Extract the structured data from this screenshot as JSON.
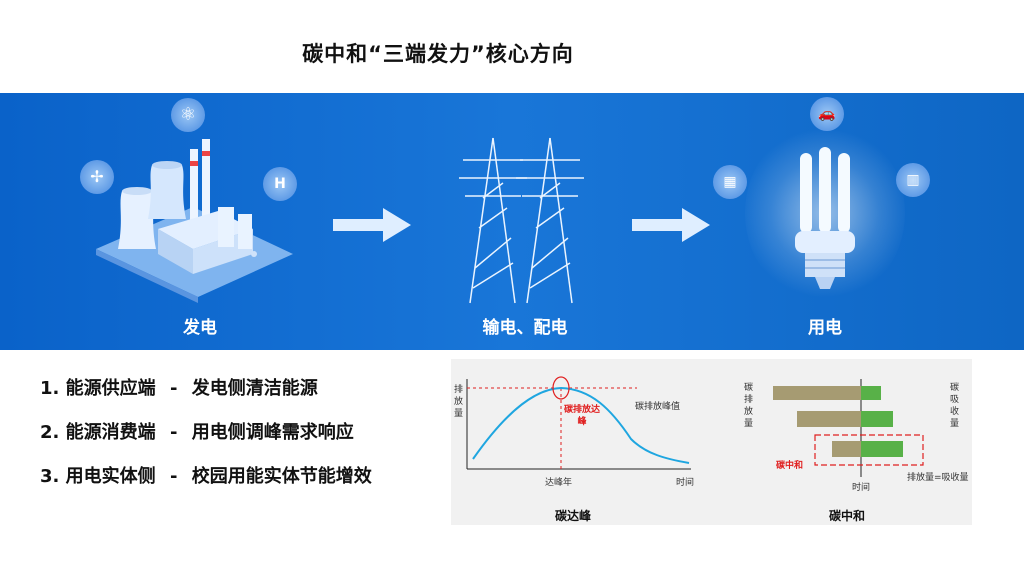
{
  "title": "碳中和“三端发力”核心方向",
  "stages": {
    "generation": "发电",
    "transmission": "输电、配电",
    "consumption": "用电"
  },
  "points": [
    {
      "num": "1.",
      "name": "能源供应端",
      "sep": "-",
      "desc": "发电侧清洁能源"
    },
    {
      "num": "2.",
      "name": "能源消费端",
      "sep": "-",
      "desc": "用电侧调峰需求响应"
    },
    {
      "num": "3.",
      "name": "用电实体侧",
      "sep": "-",
      "desc": "校园用能实体节能增效"
    }
  ],
  "peak_chart": {
    "caption": "碳达峰",
    "ylabel": "排放量",
    "xlabel": "时间",
    "x_tick": "达峰年",
    "peak_value_label": "碳排放峰值",
    "peak_marker_label": "碳排放达峰",
    "line_color": "#1fa6e0",
    "accent_color": "#e02020"
  },
  "neutral_chart": {
    "caption": "碳中和",
    "left_label": "碳排放量",
    "right_label": "碳吸收量",
    "xlabel": "时间",
    "highlight_label": "碳中和",
    "equation": "排放量=吸收量",
    "emission_color": "#a69b72",
    "absorption_color": "#58b148"
  }
}
